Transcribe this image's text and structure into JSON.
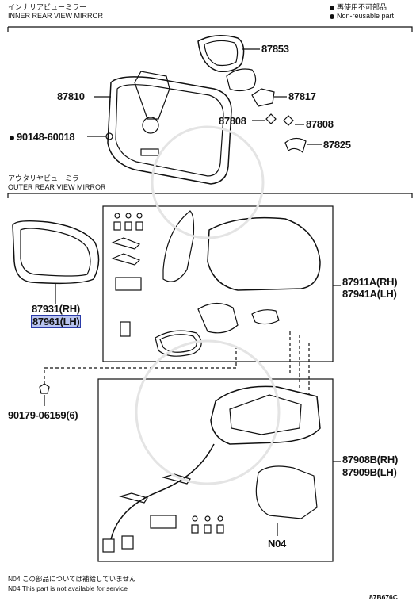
{
  "inner_section": {
    "title_jp": "インナリアビューミラー",
    "title_en": "INNER REAR VIEW MIRROR"
  },
  "legend": {
    "jp": "再使用不可部品",
    "en": "Non-reusable part"
  },
  "inner_parts": {
    "p87853": "87853",
    "p87810": "87810",
    "p87817": "87817",
    "p87808a": "87808",
    "p87808b": "87808",
    "p87825": "87825",
    "p90148": "90148-60018"
  },
  "outer_section": {
    "title_jp": "アウタリヤビューミラー",
    "title_en": "OUTER REAR VIEW MIRROR"
  },
  "outer_parts": {
    "p87931": "87931(RH)",
    "p87961": "87961(LH)",
    "p87911": "87911A(RH)",
    "p87941": "87941A(LH)",
    "p90179": "90179-06159(6)",
    "p87908": "87908B(RH)",
    "p87909": "87909B(LH)",
    "pN04": "N04"
  },
  "footnote": {
    "jp": "N04 この部品については補給していません",
    "en": "N04 This part is not available for service"
  },
  "diagram_code": "87B676C"
}
